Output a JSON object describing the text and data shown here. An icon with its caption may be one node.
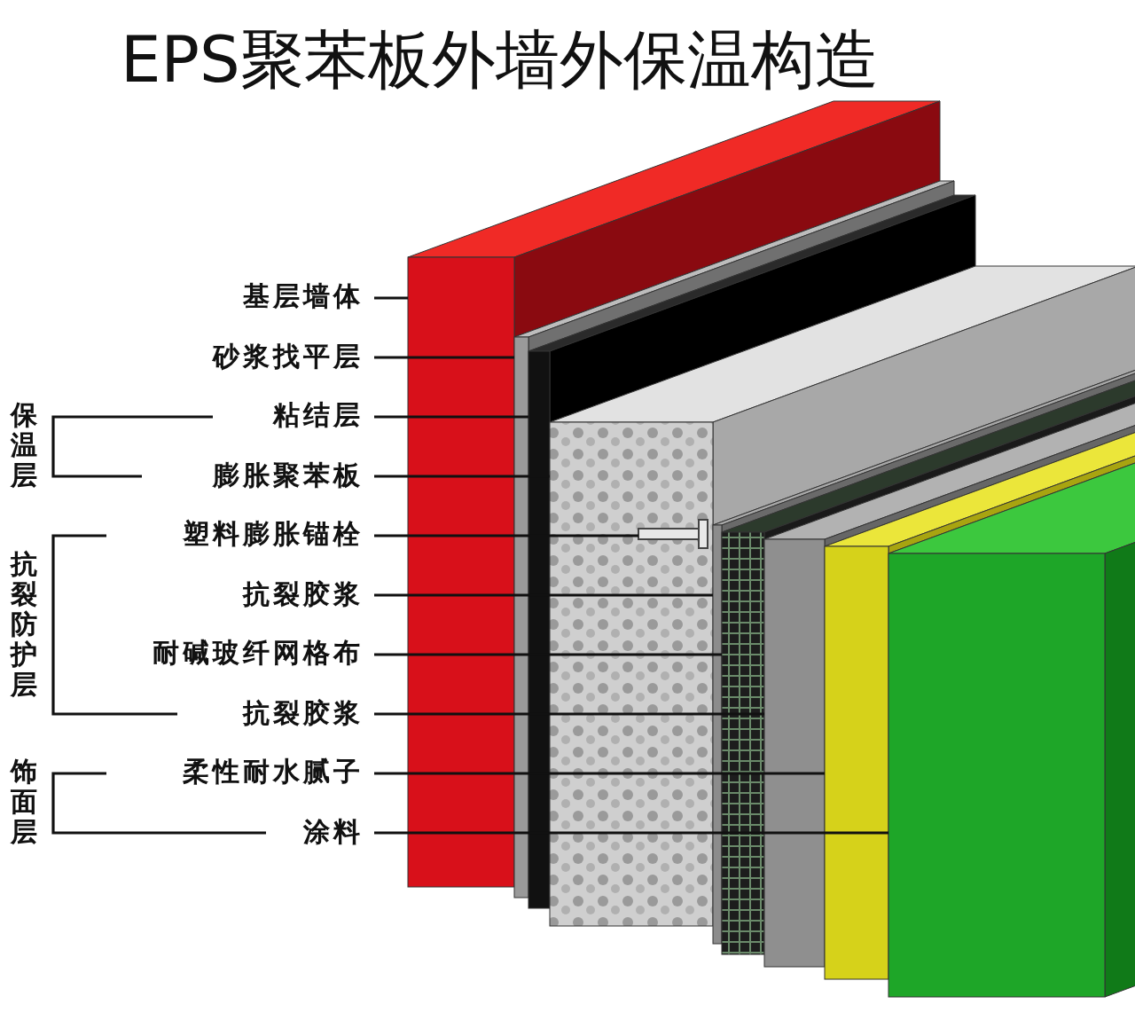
{
  "diagram": {
    "title": "EPS聚苯板外墙外保温构造",
    "nodes": [
      {
        "text": [
          "基层墙体"
        ]
      },
      {
        "text": [
          "砂浆找平层"
        ]
      },
      {
        "text": [
          "粘结层"
        ]
      },
      {
        "text": [
          "膨胀聚苯板"
        ]
      },
      {
        "text": [
          "塑料膨胀锚栓"
        ]
      },
      {
        "text": [
          "抗裂胶浆"
        ]
      },
      {
        "text": [
          "耐碱玻纤网格布"
        ]
      },
      {
        "text": [
          "抗裂胶浆"
        ]
      },
      {
        "text": [
          "柔性耐水腻子"
        ]
      },
      {
        "text": [
          "涂料"
        ]
      },
      {
        "text": [],
        "shape": "box"
      },
      {
        "text": [],
        "shape": "box"
      },
      {
        "text": [],
        "shape": "box"
      },
      {
        "text": [],
        "shape": "box"
      },
      {
        "text": [],
        "shape": "bar",
        "in": 13
      },
      {
        "text": [],
        "shape": "box"
      },
      {
        "text": [],
        "shape": "box"
      },
      {
        "text": [],
        "shape": "box"
      },
      {
        "text": [],
        "shape": "box"
      },
      {
        "text": [],
        "shape": "box"
      }
    ],
    "edges": [
      {
        "from": 0,
        "to": 10,
        "arrow": "none"
      },
      {
        "from": 1,
        "to": 11,
        "arrow": "none"
      },
      {
        "from": 2,
        "to": 12,
        "arrow": "none"
      },
      {
        "from": 3,
        "to": 13,
        "arrow": "none"
      },
      {
        "from": 4,
        "to": 14,
        "arrow": "none"
      },
      {
        "from": 5,
        "to": 15,
        "arrow": "none"
      },
      {
        "from": 6,
        "to": 16,
        "arrow": "none"
      },
      {
        "from": 7,
        "to": 17,
        "arrow": "none"
      },
      {
        "from": 8,
        "to": 18,
        "arrow": "none"
      },
      {
        "from": 9,
        "to": 19,
        "arrow": "none"
      }
    ],
    "labels": [
      "保温层",
      "抗裂防护层",
      "饰面层"
    ]
  }
}
